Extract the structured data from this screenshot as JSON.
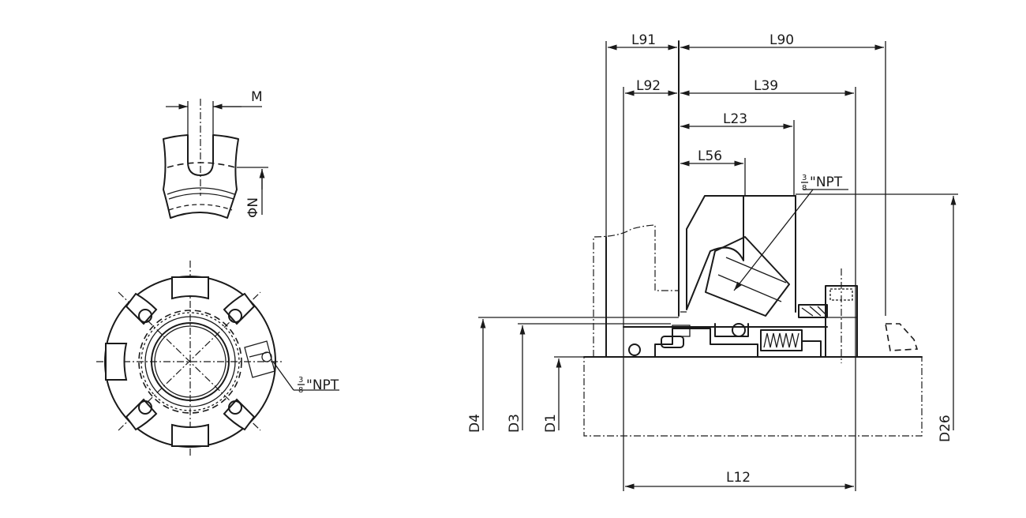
{
  "labels": {
    "M": "M",
    "phiN": "ΦN",
    "npt_front": "\"NPT",
    "npt_side": "\"NPT",
    "frac_num": "3",
    "frac_den": "8",
    "L91": "L91",
    "L90": "L90",
    "L92": "L92",
    "L39": "L39",
    "L23": "L23",
    "L56": "L56",
    "L12": "L12",
    "D4": "D4",
    "D3": "D3",
    "D1": "D1",
    "D26": "D26"
  },
  "colors": {
    "line": "#1a1a1a",
    "background": "#ffffff"
  }
}
